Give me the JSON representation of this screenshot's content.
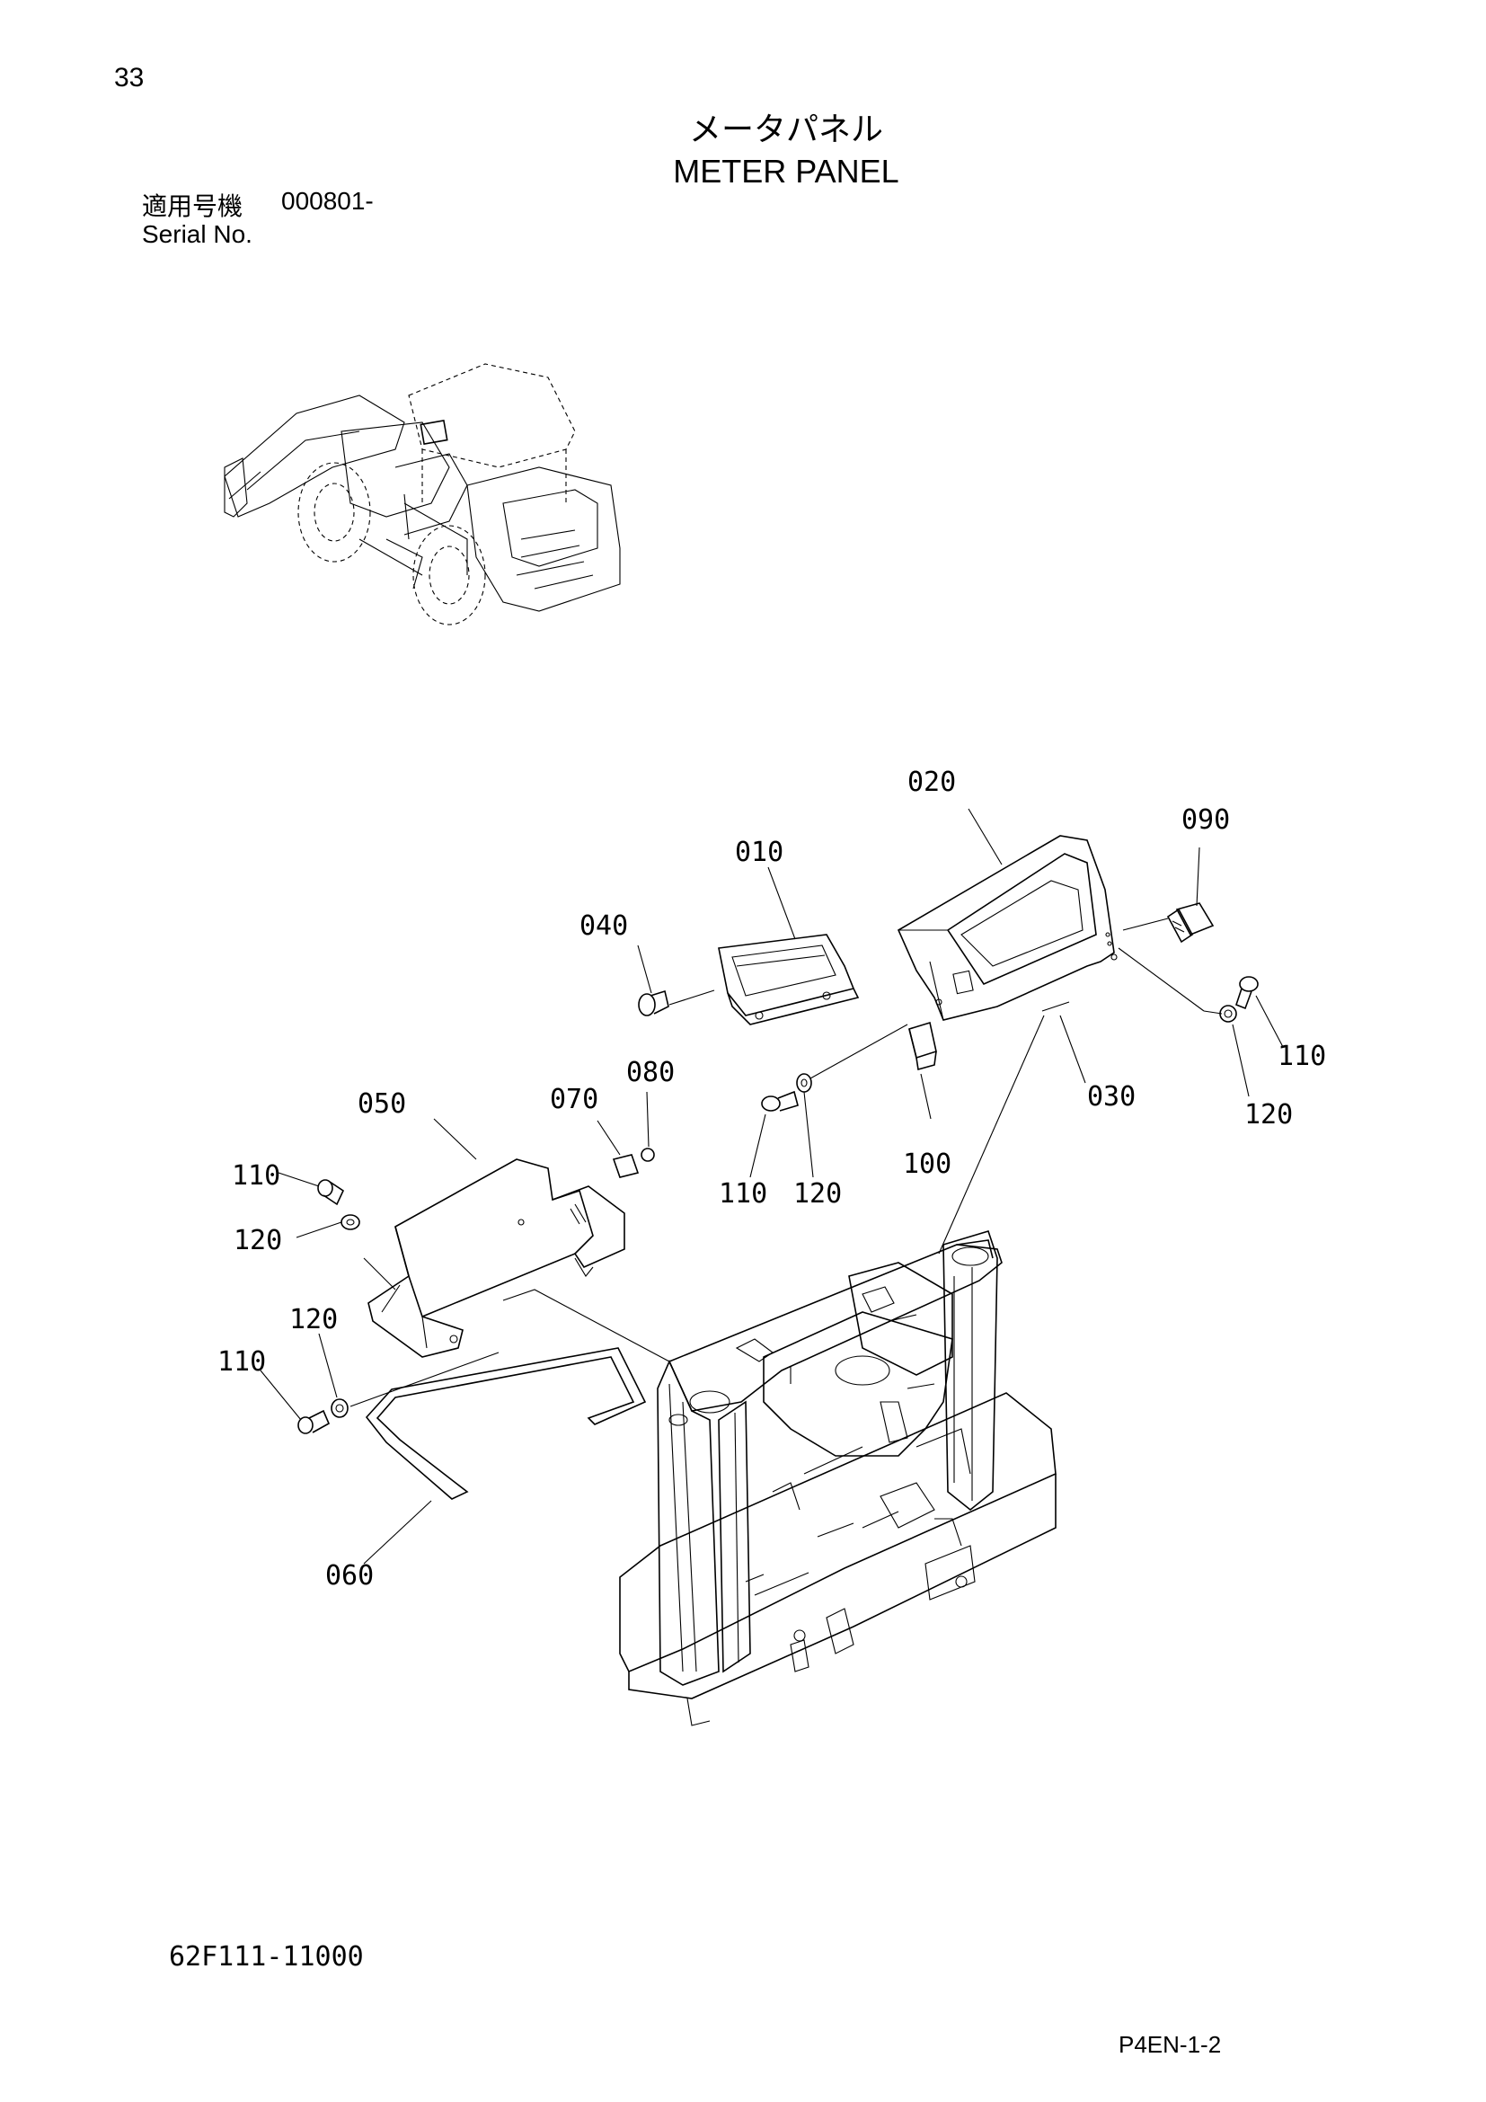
{
  "page_number": "33",
  "title_jp": "メータパネル",
  "title_en": "METER PANEL",
  "serial": {
    "label_jp": "適用号機",
    "value": "000801-",
    "label_en": "Serial No."
  },
  "callouts": {
    "p010": "010",
    "p020": "020",
    "p030": "030",
    "p040": "040",
    "p050": "050",
    "p060": "060",
    "p070": "070",
    "p080": "080",
    "p090": "090",
    "p100": "100",
    "p110_right": "110",
    "p120_right": "120",
    "p110_mid": "110",
    "p120_mid": "120",
    "p110_left_top": "110",
    "p120_left_top": "120",
    "p120_left_bottom": "120",
    "p110_left_bottom": "110"
  },
  "drawing_number": "62F111-11000",
  "page_code": "P4EN-1-2"
}
